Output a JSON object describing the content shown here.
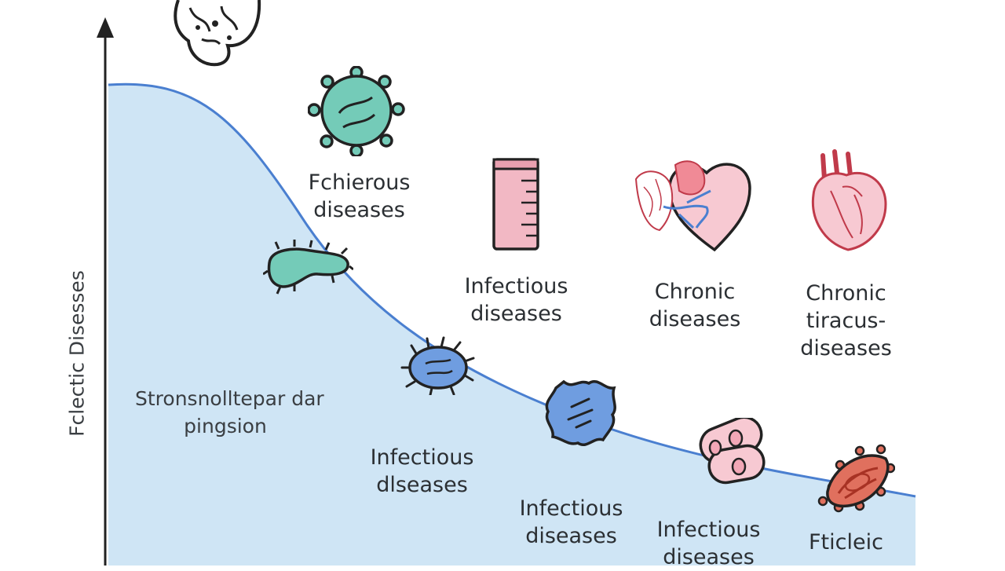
{
  "axis": {
    "y_label": "Fclectic Disesses"
  },
  "region_label": {
    "line1": "Stronsnolltepar dar",
    "line2": "pingsion"
  },
  "labels": [
    {
      "line1": "Fchierous",
      "line2": "diseases"
    },
    {
      "line1": "Infectious",
      "line2": "diseases"
    },
    {
      "line1": "Chronic",
      "line2": "diseases"
    },
    {
      "line1": "Chronic",
      "line2": "tiracus-",
      "line3": "diseases"
    },
    {
      "line1": "Infectious",
      "line2": "dlseases"
    },
    {
      "line1": "Infectious",
      "line2": "diseases"
    },
    {
      "line1": "Infectious",
      "line2": "diseases"
    },
    {
      "line1": "Fticleic",
      "line2": ""
    }
  ],
  "icons": [
    {
      "name": "brain-icon"
    },
    {
      "name": "virus-icon"
    },
    {
      "name": "test-tube-icon"
    },
    {
      "name": "heart-lungs-icon"
    },
    {
      "name": "anatomical-heart-icon"
    },
    {
      "name": "bacterium-icon"
    },
    {
      "name": "blue-virus-icon"
    },
    {
      "name": "blue-cell-icon"
    },
    {
      "name": "pink-cells-icon"
    },
    {
      "name": "red-bacterium-icon"
    }
  ],
  "colors": {
    "area_fill": "#cfe5f5",
    "curve": "#4a7fd0",
    "axis": "#222222",
    "teal": "#74cbb8",
    "pink": "#f2b8c4",
    "blue": "#6f9de0",
    "red": "#e0705e"
  }
}
